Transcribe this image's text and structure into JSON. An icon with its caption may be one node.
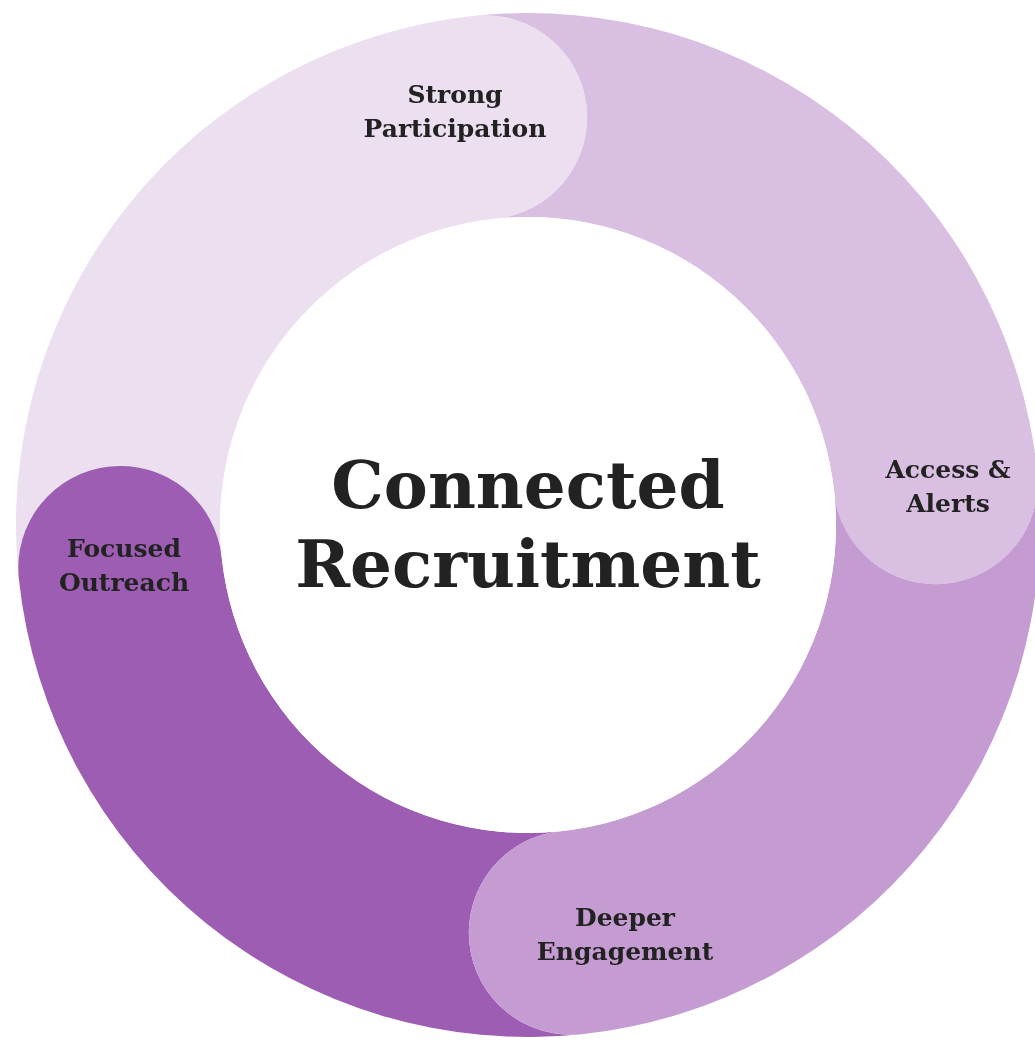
{
  "diagram": {
    "nodes": [
      {
        "text": [
          "Strong Participation"
        ]
      },
      {
        "text": [
          "Access & Alerts"
        ]
      },
      {
        "text": [
          "Connected Recruitment"
        ]
      },
      {
        "text": [
          "Focused Outreach"
        ]
      },
      {
        "text": [
          "Deeper Engagement"
        ]
      }
    ]
  }
}
